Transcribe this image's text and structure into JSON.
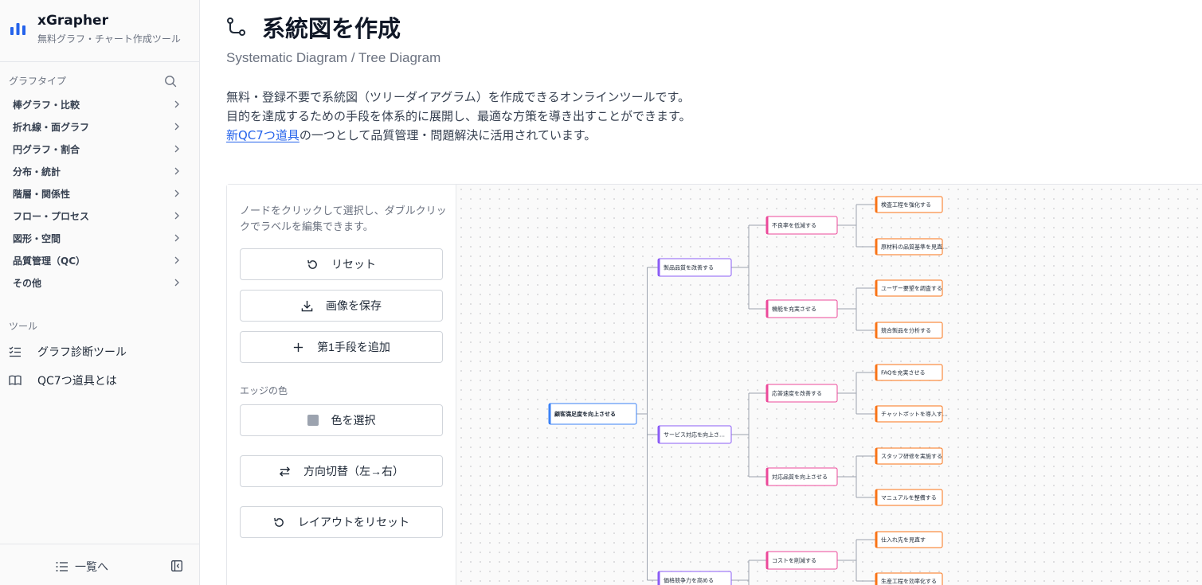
{
  "brand": {
    "name": "xGrapher",
    "subtitle": "無料グラフ・チャート作成ツール"
  },
  "sidebar": {
    "graph_types_title": "グラフタイプ",
    "categories": [
      {
        "label": "棒グラフ・比較"
      },
      {
        "label": "折れ線・面グラフ"
      },
      {
        "label": "円グラフ・割合"
      },
      {
        "label": "分布・統計"
      },
      {
        "label": "階層・関係性"
      },
      {
        "label": "フロー・プロセス"
      },
      {
        "label": "図形・空間"
      },
      {
        "label": "品質管理（QC）"
      },
      {
        "label": "その他"
      }
    ],
    "tools_title": "ツール",
    "tools": [
      {
        "label": "グラフ診断ツール",
        "icon": "checklist-icon"
      },
      {
        "label": "QC7つ道具とは",
        "icon": "book-icon"
      }
    ],
    "back_label": "一覧へ"
  },
  "page": {
    "title": "系統図を作成",
    "subtitle": "Systematic Diagram / Tree Diagram",
    "desc_line1": "無料・登録不要で系統図（ツリーダイアグラム）を作成できるオンラインツールです。",
    "desc_line2": "目的を達成するための手段を体系的に展開し、最適な方策を導き出すことができます。",
    "desc_link": "新QC7つ道具",
    "desc_line3_rest": "の一つとして品質管理・問題解決に活用されています。"
  },
  "controls": {
    "hint": "ノードをクリックして選択し、ダブルクリックでラベルを編集できます。",
    "reset_label": "リセット",
    "save_label": "画像を保存",
    "add_label": "第1手段を追加",
    "edge_color_title": "エッジの色",
    "color_label": "色を選択",
    "edge_color": "#9ca3af",
    "direction_label": "方向切替（左→右）",
    "layout_reset_label": "レイアウトをリセット"
  },
  "tree": {
    "root": {
      "label": "顧客満足度を向上させる",
      "color": "#3b82f6"
    },
    "level1": [
      {
        "label": "製品品質を改善する",
        "color": "#8b5cf6"
      },
      {
        "label": "サービス対応を向上さ…",
        "color": "#8b5cf6"
      },
      {
        "label": "価格競争力を高める",
        "color": "#8b5cf6"
      }
    ],
    "level2": [
      {
        "label": "不良率を低減する",
        "color": "#ec4899"
      },
      {
        "label": "機能を充実させる",
        "color": "#ec4899"
      },
      {
        "label": "応答速度を改善する",
        "color": "#ec4899"
      },
      {
        "label": "対応品質を向上させる",
        "color": "#ec4899"
      },
      {
        "label": "コストを削減する",
        "color": "#ec4899"
      }
    ],
    "level3": [
      {
        "label": "検査工程を強化する",
        "color": "#f97316"
      },
      {
        "label": "原材料の品質基準を見直…",
        "color": "#f97316"
      },
      {
        "label": "ユーザー要望を調査する",
        "color": "#f97316"
      },
      {
        "label": "競合製品を分析する",
        "color": "#f97316"
      },
      {
        "label": "FAQを充実させる",
        "color": "#f97316"
      },
      {
        "label": "チャットボットを導入す…",
        "color": "#f97316"
      },
      {
        "label": "スタッフ研修を実施する",
        "color": "#f97316"
      },
      {
        "label": "マニュアルを整備する",
        "color": "#f97316"
      },
      {
        "label": "仕入れ先を見直す",
        "color": "#f97316"
      },
      {
        "label": "生産工程を効率化する",
        "color": "#f97316"
      }
    ],
    "accent_color": "#3b82f6",
    "brand_color": "#2563eb"
  }
}
